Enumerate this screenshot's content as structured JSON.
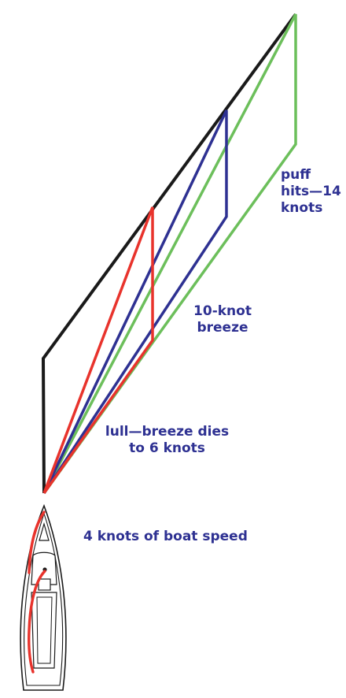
{
  "labels": {
    "puff": "puff\nhits—14\nknots",
    "ten_knot": "10-knot\nbreeze",
    "lull": "lull—breeze dies\nto 6 knots",
    "boat_speed": "4 knots of boat speed"
  },
  "colors": {
    "apparent_wind_baseline": "#1a1a1a",
    "breeze_10_knot": "#2e3192",
    "puff_14_knot": "#6cbf5b",
    "lull_6_knot": "#e8332c",
    "label_text": "#2e3192",
    "boat_outline": "#1a1a1a",
    "boat_sheet": "#e8332c"
  },
  "vector_diagram": {
    "boat_speed_knots": 4,
    "true_wind_speeds_knots": {
      "lull": 6,
      "steady": 10,
      "puff": 14
    }
  }
}
